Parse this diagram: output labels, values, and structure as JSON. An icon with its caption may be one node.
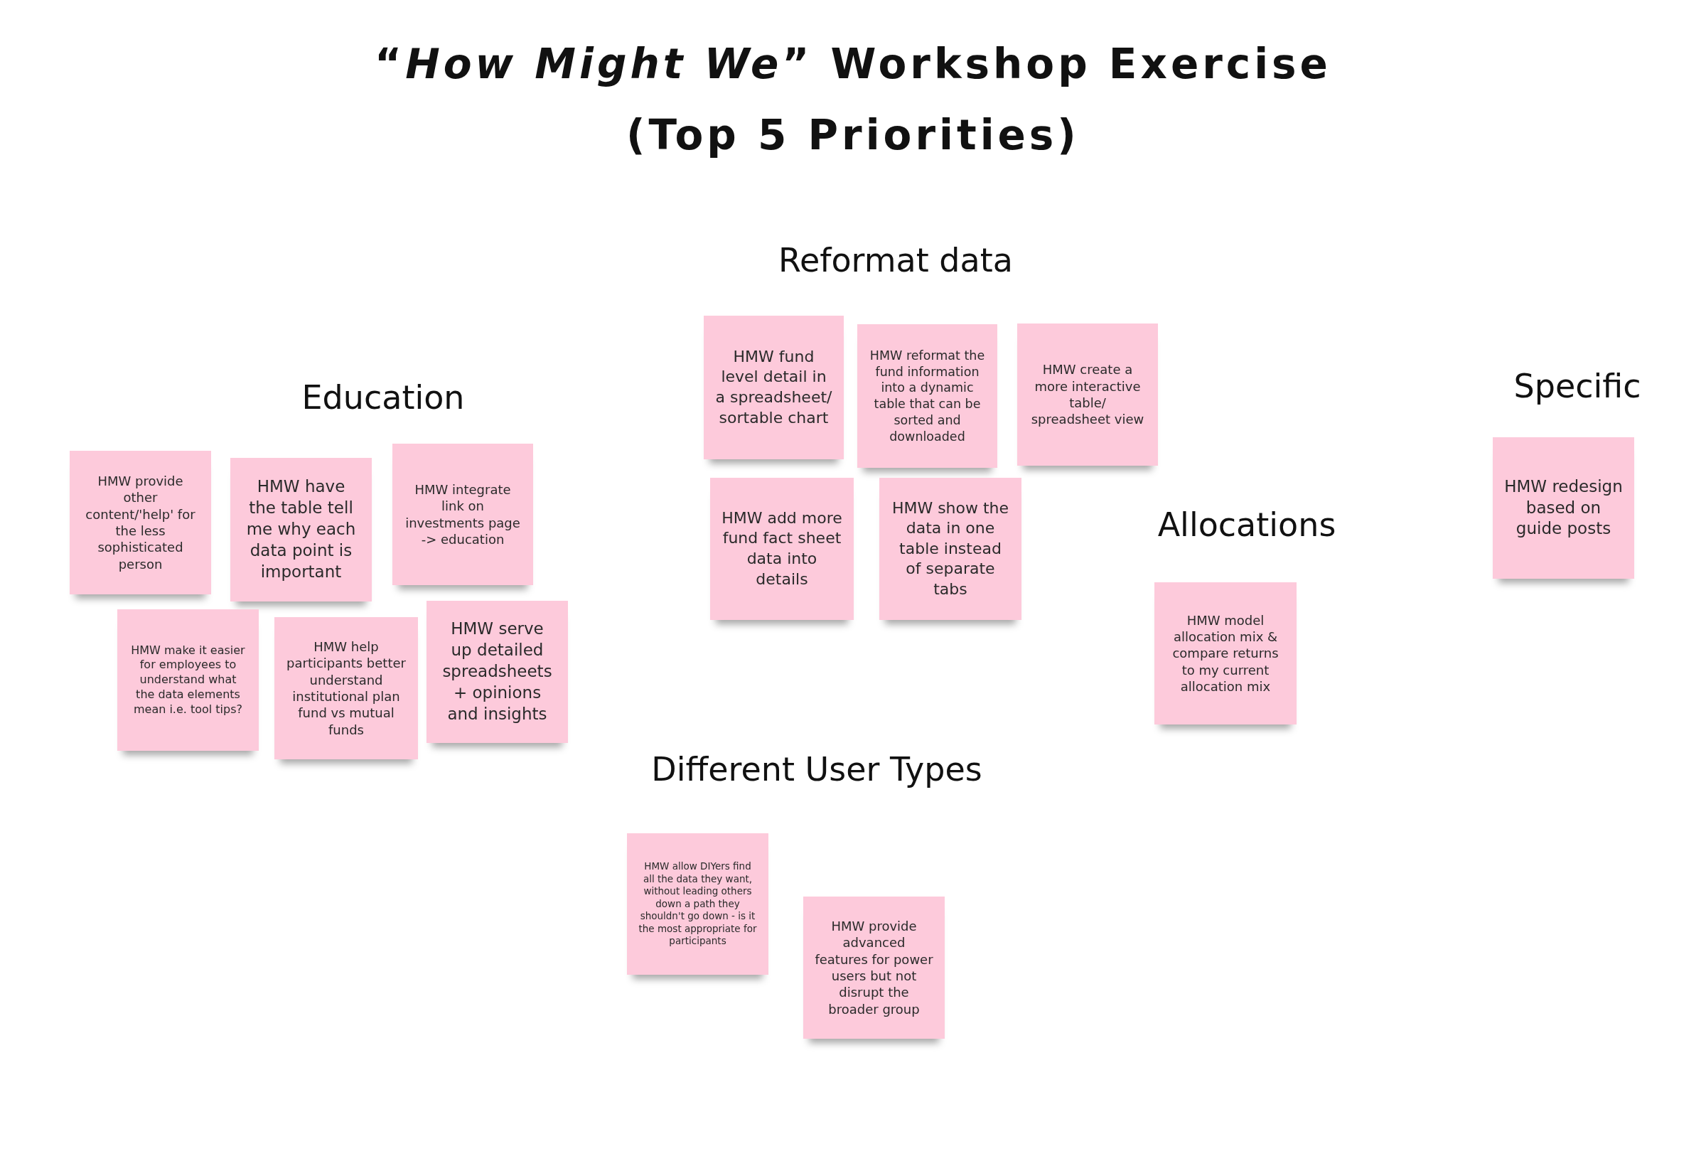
{
  "diagram": {
    "title": "“*How Might We*” Workshop Exercise (Top 5 Priorities)",
    "nodes": [
      {
        "text": [
          "HMW provide other content/'help' for the less sophisticated person"
        ]
      },
      {
        "text": [
          "HMW have the table tell me why each data point is important"
        ]
      },
      {
        "text": [
          "HMW integrate link on investments page -> education"
        ]
      },
      {
        "text": [
          "HMW make it easier for employees to understand what the data elements mean i.e. tool tips?"
        ]
      },
      {
        "text": [
          "HMW help participants better understand institutional plan fund vs mutual funds"
        ]
      },
      {
        "text": [
          "HMW serve up detailed spreadsheets + opinions and insights"
        ]
      },
      {
        "text": [
          "HMW fund level detail in a spreadsheet/ sortable chart"
        ]
      },
      {
        "text": [
          "HMW reformat the fund information into a dynamic table that can be sorted and downloaded"
        ]
      },
      {
        "text": [
          "HMW create a more interactive table/ spreadsheet view"
        ]
      },
      {
        "text": [
          "HMW add more fund fact sheet data into details"
        ]
      },
      {
        "text": [
          "HMW show the data in one table instead of separate tabs"
        ]
      },
      {
        "text": [
          "HMW model allocation mix & compare returns to my current allocation mix"
        ]
      },
      {
        "text": [
          "HMW redesign based on guide posts"
        ]
      },
      {
        "text": [
          "HMW allow DIYers find all the data they want, without leading others down a path they shouldn't go down - is it the most appropriate for participants"
        ]
      },
      {
        "text": [
          "HMW provide advanced features for power users but not disrupt the broader group"
        ]
      }
    ],
    "edges": [],
    "labels": [
      "Reformat data",
      "Education",
      "Specific",
      "Allocations",
      "Different User Types"
    ]
  }
}
